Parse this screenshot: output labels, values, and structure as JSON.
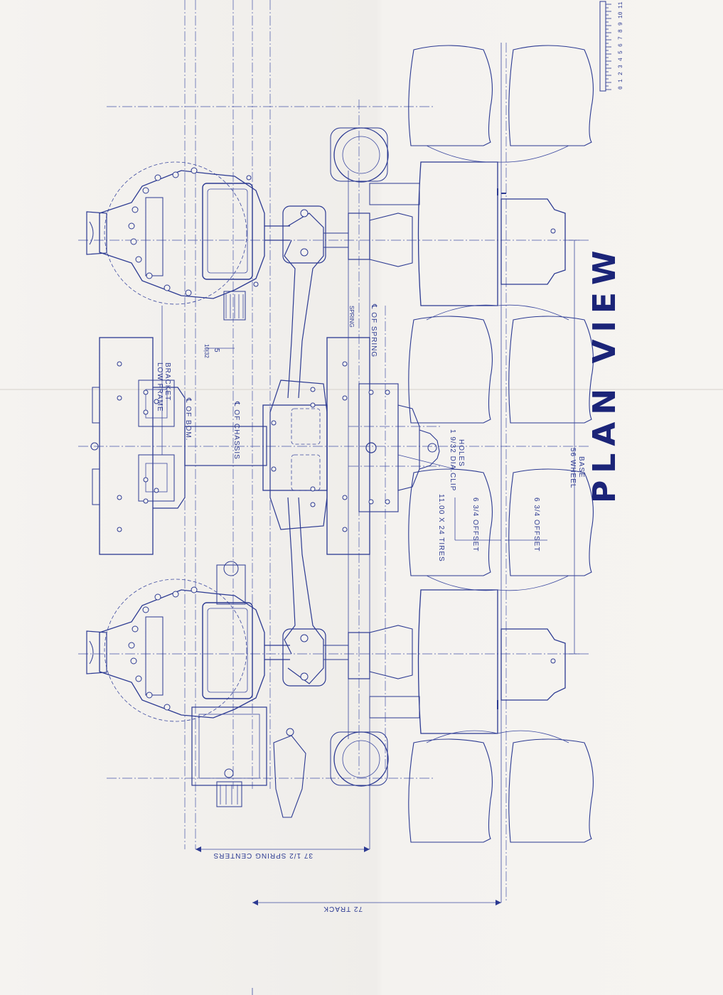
{
  "title": "PLAN VIEW",
  "scale_numbers": [
    "0",
    "1",
    "2",
    "3",
    "4",
    "5",
    "6",
    "7",
    "8",
    "9",
    "10",
    "11"
  ],
  "labels": {
    "low_frame_1": "LOW FRAME",
    "low_frame_2": "BRACKET",
    "cl_bom": "℄ OF BOM.",
    "cl_chassis": "℄ OF CHASSIS",
    "cl_spring": "℄ OF SPRING",
    "spring": "SPRING",
    "dim_5": "5",
    "dim_5_frac": "10|32",
    "clip_1": "1 9/32 DIA.CLIP",
    "clip_2": "HOLES",
    "tires": "11.00 X 24 TIRES",
    "offset_1": "6 3/4 OFFSET",
    "offset_2": "6 3/4 OFFSET",
    "wheel_base_1": "56 WHEEL",
    "wheel_base_2": "BASE",
    "spring_centers": "37 1/2 SPRING CENTERS",
    "track": "72 TRACK"
  },
  "colors": {
    "ink": "#2c3a92",
    "title": "#1b2478",
    "paper": "#f3f1ee"
  }
}
